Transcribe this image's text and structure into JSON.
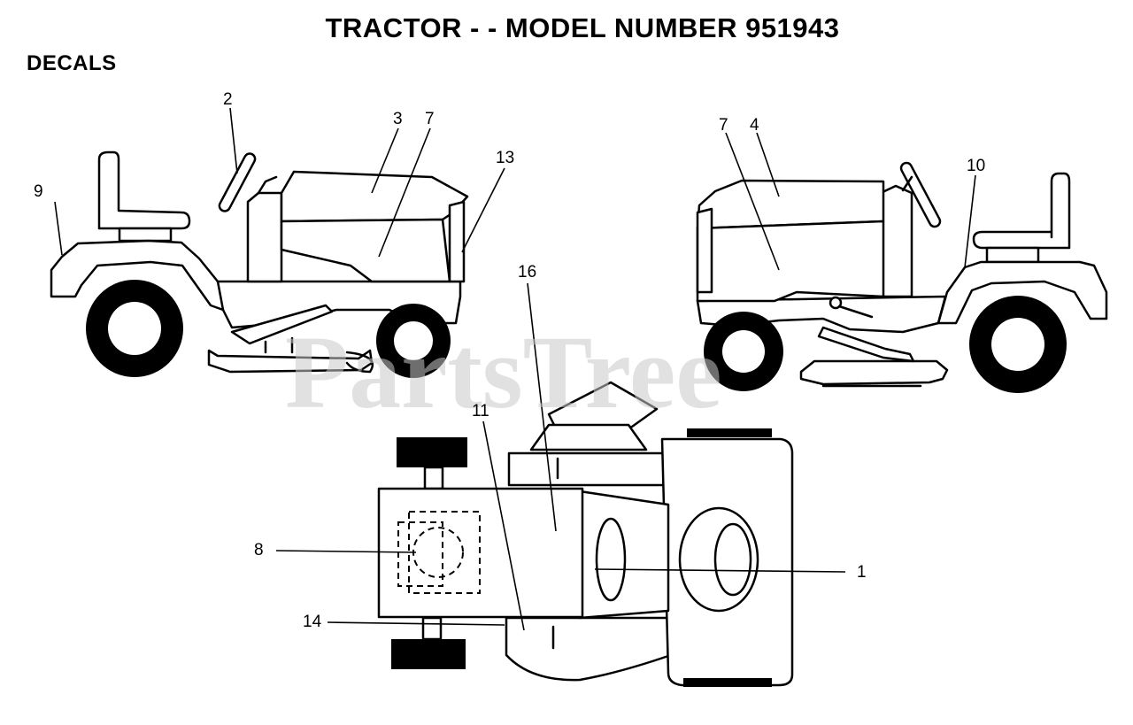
{
  "title": "TRACTOR - - MODEL NUMBER 951943",
  "subtitle": "DECALS",
  "watermark": "PartsTree",
  "callouts": {
    "c1": "1",
    "c2": "2",
    "c3": "3",
    "c4": "4",
    "c7a": "7",
    "c7b": "7",
    "c8": "8",
    "c9": "9",
    "c10": "10",
    "c11": "11",
    "c13": "13",
    "c14": "14",
    "c16": "16"
  }
}
